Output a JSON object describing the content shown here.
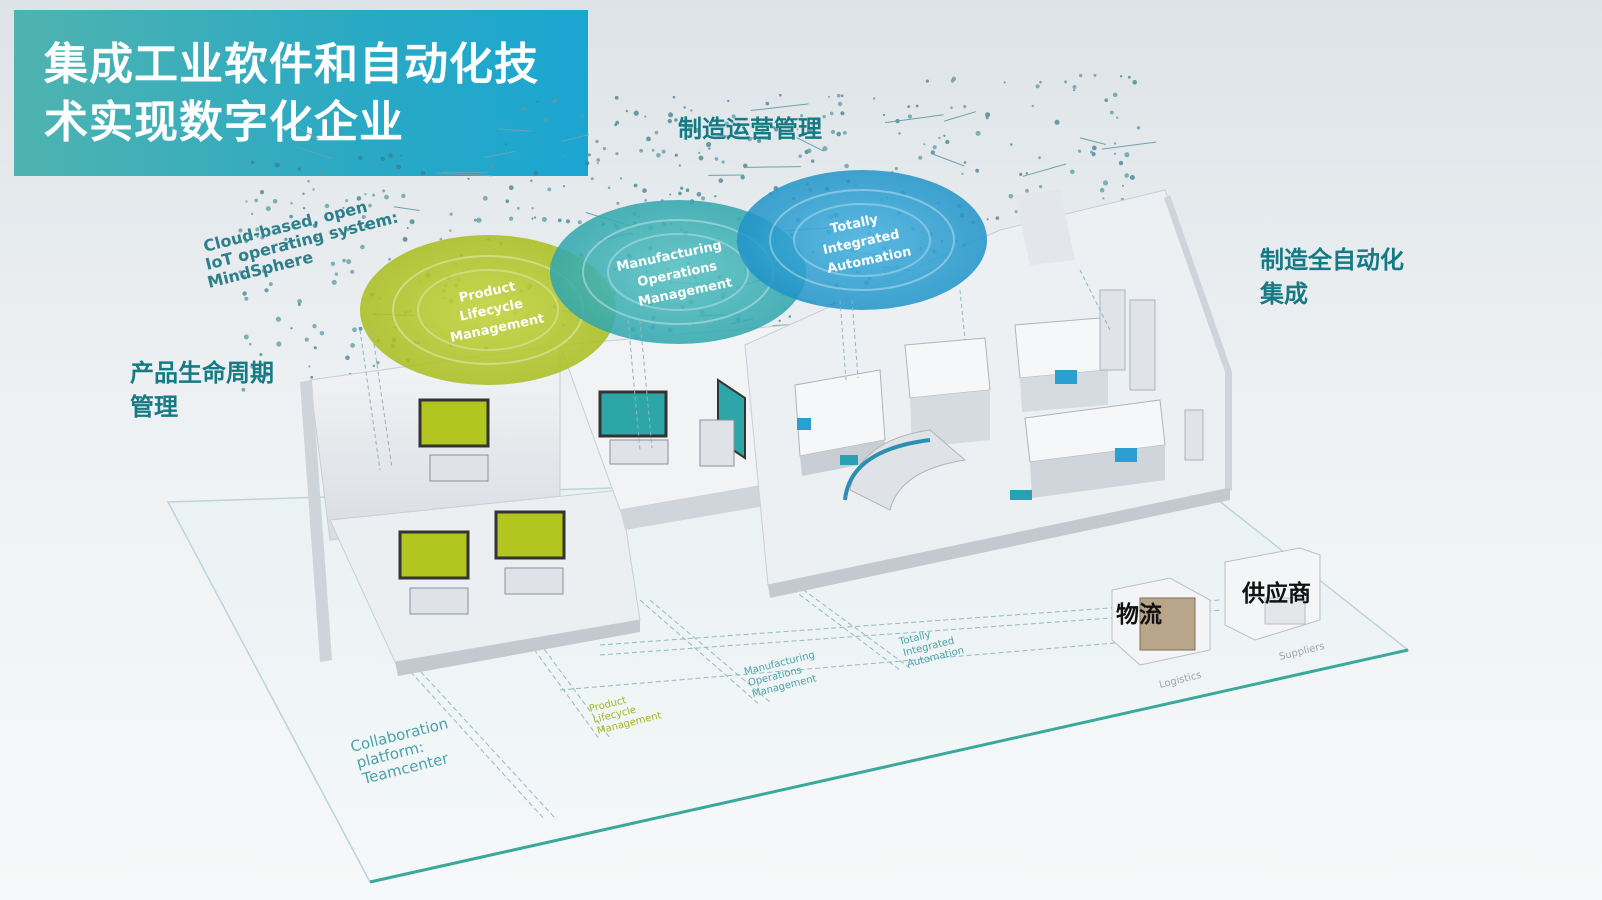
{
  "title": {
    "line1": "集成工业软件和自动化技",
    "line2": "术实现数字化企业"
  },
  "labels": {
    "mom_cn": "制造运营管理",
    "tia_cn_line1": "制造全自动化",
    "tia_cn_line2": "集成",
    "plm_cn_line1": "产品生命周期",
    "plm_cn_line2": "管理",
    "logistics_cn": "物流",
    "suppliers_cn": "供应商"
  },
  "circles": {
    "plm": [
      "Product",
      "Lifecycle",
      "Management"
    ],
    "mom": [
      "Manufacturing",
      "Operations",
      "Management"
    ],
    "tia": [
      "Totally",
      "Integrated",
      "Automation"
    ]
  },
  "floor_labels": {
    "mindsphere": [
      "Cloud-based, open",
      "IoT operating system:",
      "MindSphere"
    ],
    "teamcenter": [
      "Collaboration",
      "platform:",
      "Teamcenter"
    ],
    "plm": [
      "Product",
      "Lifecycle",
      "Management"
    ],
    "mom": [
      "Manufacturing",
      "Operations",
      "Management"
    ],
    "tia": [
      "Totally",
      "Integrated",
      "Automation"
    ],
    "logistics": "Logistics",
    "suppliers": "Suppliers"
  },
  "colors": {
    "title_bg": "#2aa9c4",
    "label_teal": "#157a84",
    "plm_circle": "#b5c92a",
    "mom_circle": "#3fb0b6",
    "tia_circle": "#2c9fd0",
    "floor_edge": "#3aa89a"
  }
}
